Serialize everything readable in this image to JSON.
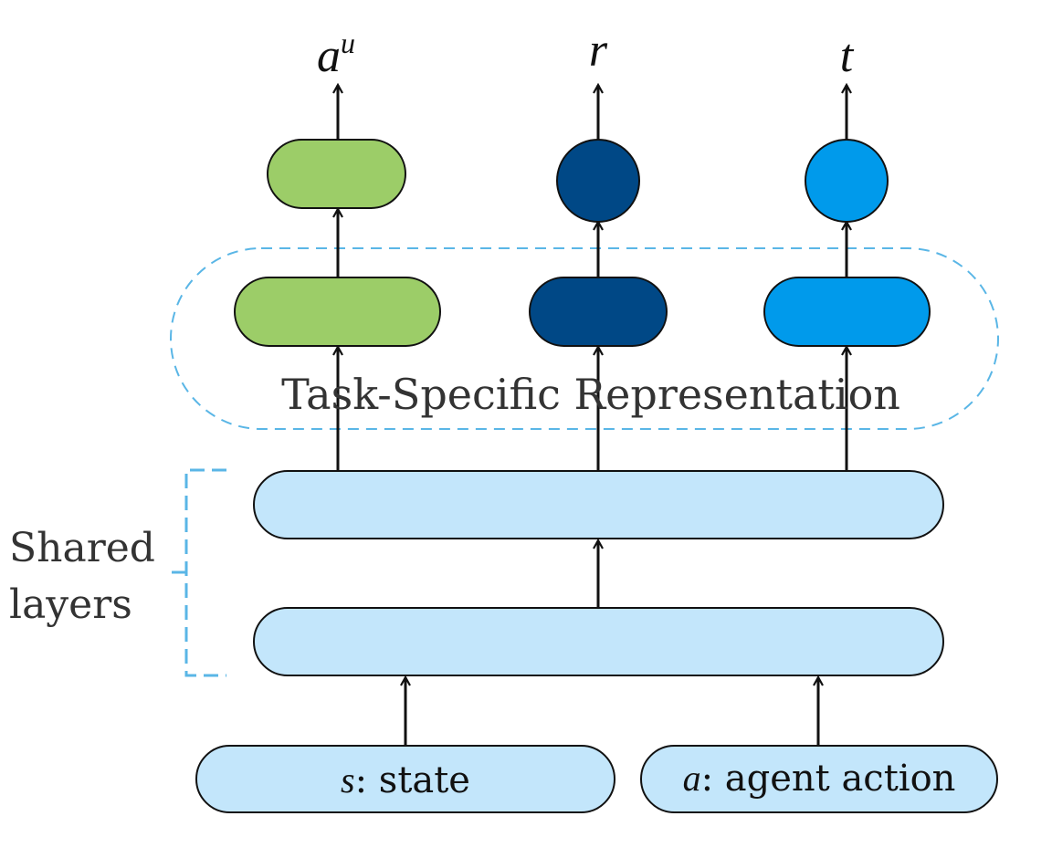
{
  "outputs": {
    "action_user_base": "a",
    "action_user_sup": "u",
    "reward": "r",
    "terminal": "t"
  },
  "labels": {
    "task_specific": "Task-Specific Representation",
    "shared_line1": "Shared",
    "shared_line2": "layers"
  },
  "inputs": {
    "state_var": "s",
    "state_text": ": state",
    "action_var": "a",
    "action_text": ": agent action"
  },
  "colors": {
    "green": "#9ccd68",
    "dark_blue": "#004886",
    "bright_blue": "#009aeb",
    "light_blue": "#c3e6fb",
    "dashed_blue": "#5ab6e6",
    "stroke": "#111111",
    "text": "#333333"
  }
}
